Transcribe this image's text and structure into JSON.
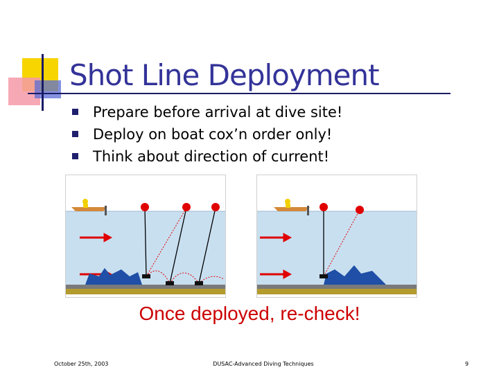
{
  "slide": {
    "title": "Shot Line Deployment",
    "bullets": [
      "Prepare before arrival at dive site!",
      "Deploy on boat cox’n order only!",
      "Think about direction of current!"
    ],
    "callout": "Once deployed, re-check!"
  },
  "diagrams": {
    "left": {
      "description_icons": [
        "boat-icon",
        "current-arrow-icon",
        "buoy-icon",
        "shot-weight-icon",
        "wreck-icon"
      ],
      "buoys": 3,
      "current_arrows": 2
    },
    "right": {
      "description_icons": [
        "boat-icon",
        "current-arrow-icon",
        "buoy-icon",
        "shot-weight-icon",
        "wreck-icon"
      ],
      "buoys": 2,
      "current_arrows": 2
    }
  },
  "footer": {
    "date": "October 25th, 2003",
    "center": "DUSAC-Advanced Diving Techniques",
    "page_number": "9"
  },
  "colors": {
    "title": "#333399",
    "callout": "#cc0000",
    "water": "#c8dff0",
    "buoy": "#e00000",
    "wreck": "#1f4fa6",
    "seabed": "#b39b2e"
  }
}
